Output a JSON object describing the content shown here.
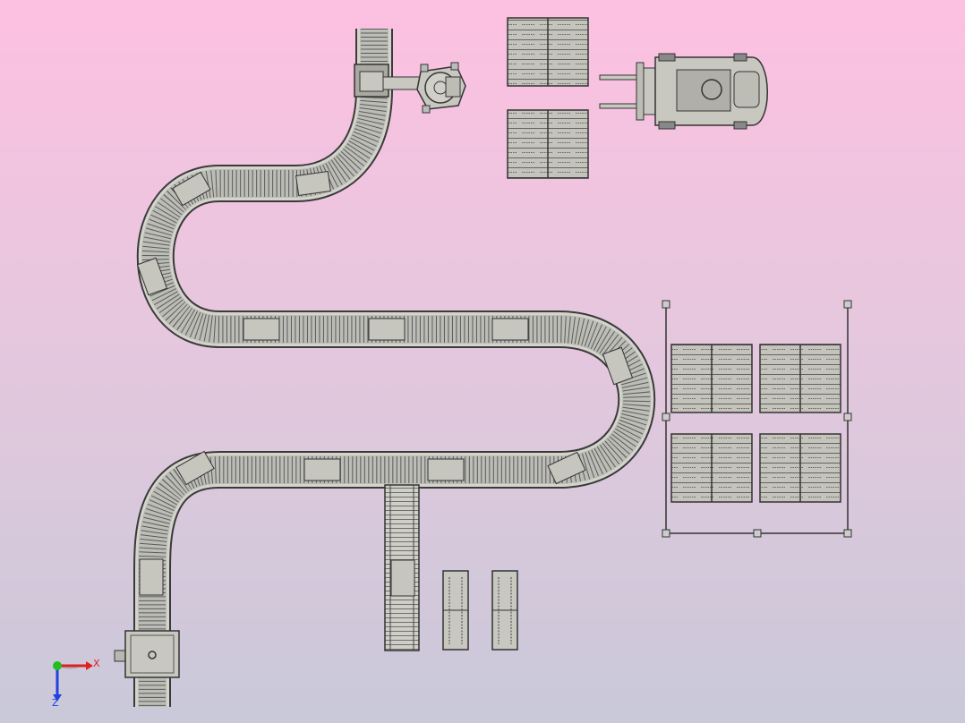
{
  "viewport": {
    "background_top": "#fdc0e1",
    "background_bottom": "#c9c9d9",
    "line_color": "#3c3c3c",
    "part_fill": "#c8c8c0",
    "part_fill_dark": "#a9a9a2"
  },
  "axis_triad": {
    "x_label": "X",
    "z_label": "Z",
    "x_color": "#e02020",
    "y_color": "#20c020",
    "z_color": "#2040e0"
  },
  "scene": {
    "conveyor": "roller-conveyor",
    "robot": "palletizing-robot",
    "forklift": "forklift-truck",
    "storage": "pallet-storage-rack",
    "loose_pallets": "pallet",
    "pallet_cases": "case-on-pallet"
  }
}
